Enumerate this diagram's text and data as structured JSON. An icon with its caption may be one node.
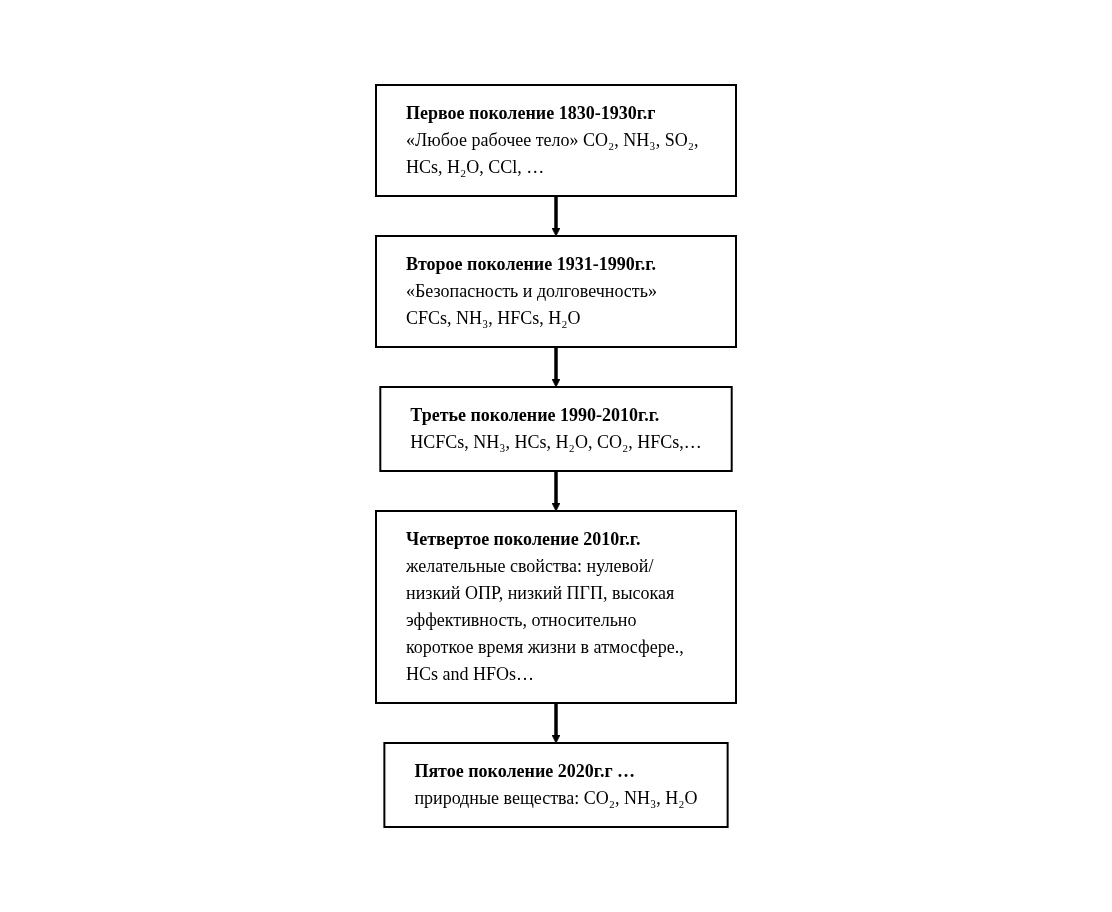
{
  "diagram": {
    "nodes": [
      {
        "text": [
          "Первое поколение 1830-1930г.г",
          "«Любое рабочее тело» CO₂, NH₃, SO₂, HCs, H₂O, CCl, …"
        ]
      },
      {
        "text": [
          "Второе поколение 1931-1990г.г.",
          "«Безопасность и долговечность» CFCs, NH₃, HFCs, H₂O"
        ]
      },
      {
        "text": [
          "Третье поколение 1990-2010г.г.",
          "HCFCs, NH₃, HCs, H₂O, CO₂, HFCs,…"
        ]
      },
      {
        "text": [
          "Четвертое поколение 2010г.г.",
          "желательные свойства: нулевой/низкий ОПР, низкий ПГП, высокая эффективность, относительно короткое время жизни в атмосфере., HCs and HFOs…"
        ]
      },
      {
        "text": [
          "Пятое поколение 2020г.г …",
          "природные вещества: CO₂, NH₃, H₂O"
        ]
      }
    ],
    "edges": [
      {
        "from": 0,
        "to": 1,
        "arrow": "to"
      },
      {
        "from": 1,
        "to": 2,
        "arrow": "to"
      },
      {
        "from": 2,
        "to": 3,
        "arrow": "to"
      },
      {
        "from": 3,
        "to": 4,
        "arrow": "to"
      }
    ]
  }
}
